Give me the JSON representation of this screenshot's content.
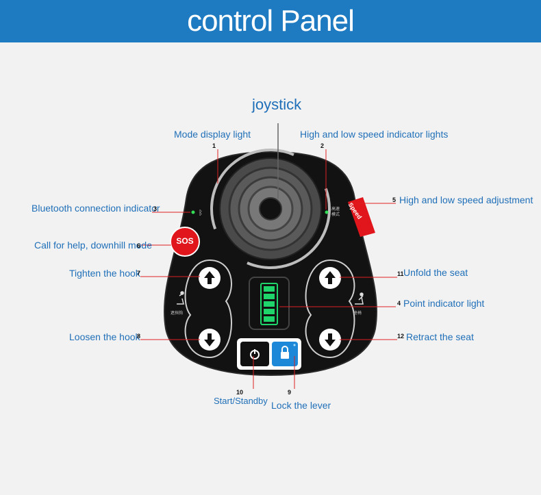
{
  "header": {
    "title": "control Panel"
  },
  "joystick_title": "joystick",
  "callouts": {
    "mode_display": {
      "num": "1",
      "label": "Mode display light"
    },
    "speed_indicator": {
      "num": "2",
      "label": "High and low speed indicator lights"
    },
    "bluetooth": {
      "num": "3",
      "label": "Bluetooth connection indicator"
    },
    "point_indicator": {
      "num": "4",
      "label": "Point indicator light"
    },
    "speed_adjust": {
      "num": "5",
      "label": "High and low speed adjustment"
    },
    "sos": {
      "num": "6",
      "label": "Call for help, downhill mode"
    },
    "tighten": {
      "num": "7",
      "label": "Tighten the hook"
    },
    "loosen": {
      "num": "8",
      "label": "Loosen the hook"
    },
    "lock": {
      "num": "9",
      "label": "Lock the lever"
    },
    "start": {
      "num": "10",
      "label": "Start/Standby"
    },
    "unfold": {
      "num": "11",
      "label": "Unfold the seat"
    },
    "retract": {
      "num": "12",
      "label": "Retract the seat"
    }
  },
  "device": {
    "sos_label": "SOS",
    "speed_label": "Speed",
    "speed_mode_text_1": "高速",
    "speed_mode_text_2": "模式",
    "left_key_text": "遮挡钩",
    "right_key_text": "座椅",
    "battery_bars": 5
  },
  "colors": {
    "header": "#1f7bc1",
    "label": "#1f6fb8",
    "leader": "#e02020",
    "device": "#111111",
    "sos": "#e0161c",
    "lock_button": "#1e88d8",
    "battery": "#1fd46a"
  }
}
